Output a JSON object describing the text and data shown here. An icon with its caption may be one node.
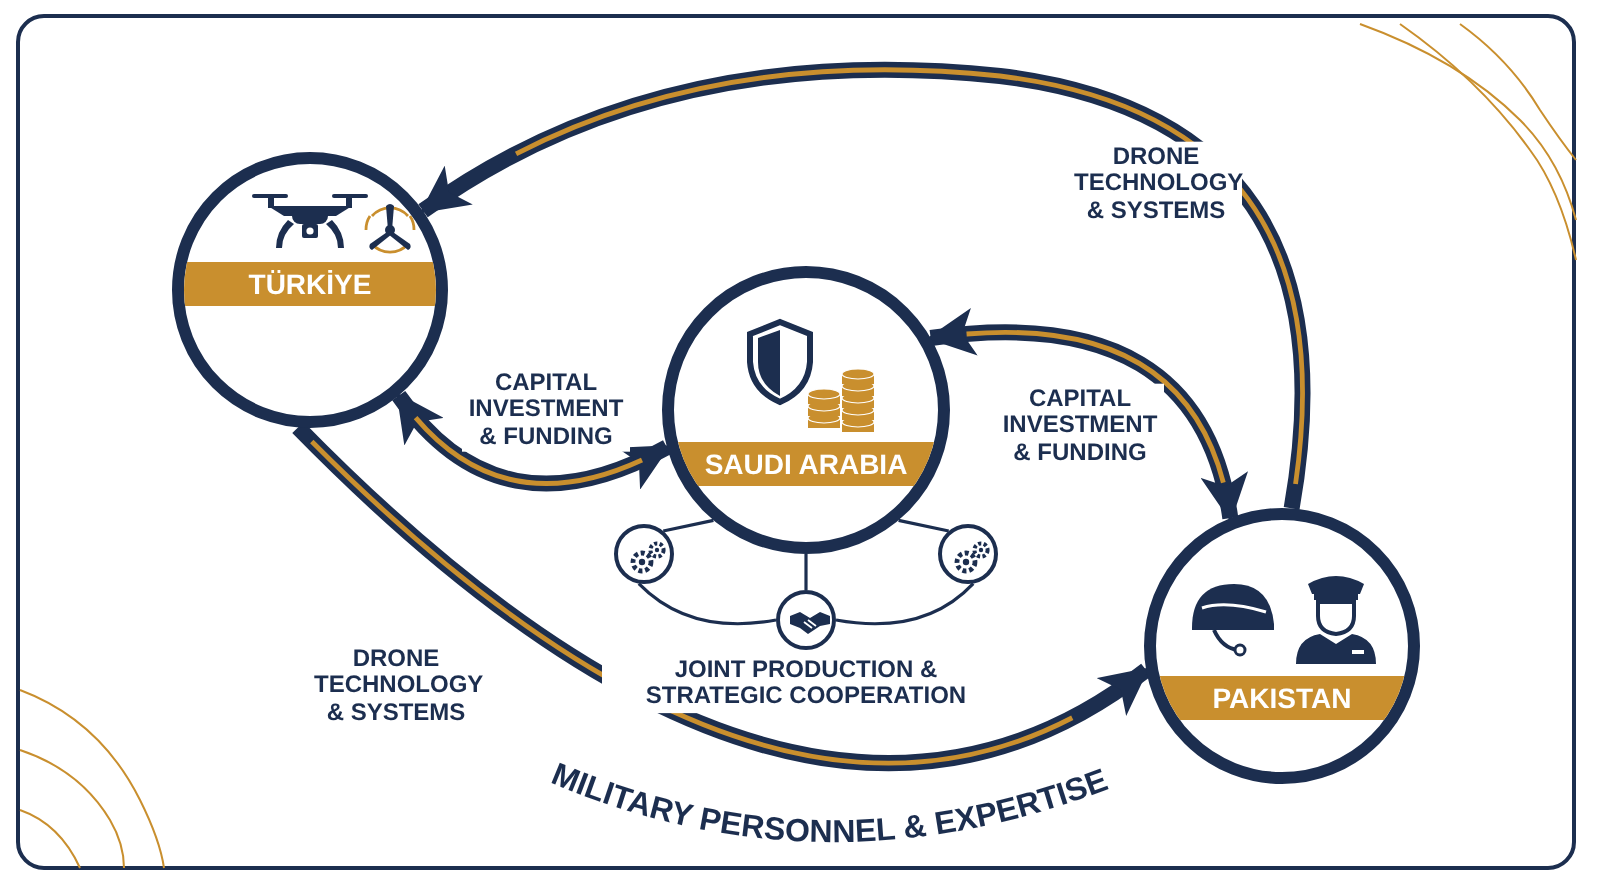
{
  "diagram": {
    "nodes": [
      {
        "text": [
          "TÜRKİYE"
        ]
      },
      {
        "text": [
          "SAUDI ARABIA"
        ]
      },
      {
        "text": [
          "PAKISTAN"
        ]
      },
      {
        "text": [],
        "shape": "circle"
      },
      {
        "text": [],
        "shape": "circle"
      },
      {
        "text": [],
        "shape": "circle"
      }
    ],
    "edges": [
      {
        "from": 2,
        "to": 0,
        "arrow": "to",
        "label": "DRONE TECHNOLOGY & SYSTEMS",
        "style": "thick"
      },
      {
        "from": 0,
        "to": 1,
        "arrow": "both",
        "label": "CAPITAL INVESTMENT & FUNDING",
        "style": "thick"
      },
      {
        "from": 1,
        "to": 2,
        "arrow": "both",
        "label": "CAPITAL INVESTMENT & FUNDING",
        "style": "thick"
      },
      {
        "from": 0,
        "to": 2,
        "arrow": "to",
        "label": "MILITARY PERSONNEL & EXPERTISE",
        "style": "thick"
      },
      {
        "from": 1,
        "to": 3,
        "arrow": "none"
      },
      {
        "from": 1,
        "to": 4,
        "arrow": "none"
      },
      {
        "from": 1,
        "to": 5,
        "arrow": "none"
      },
      {
        "from": 3,
        "to": 4,
        "arrow": "none"
      },
      {
        "from": 4,
        "to": 5,
        "arrow": "none"
      }
    ],
    "labels": [
      "DRONE TECHNOLOGY & SYSTEMS",
      "JOINT PRODUCTION & STRATEGIC COOPERATION"
    ]
  }
}
